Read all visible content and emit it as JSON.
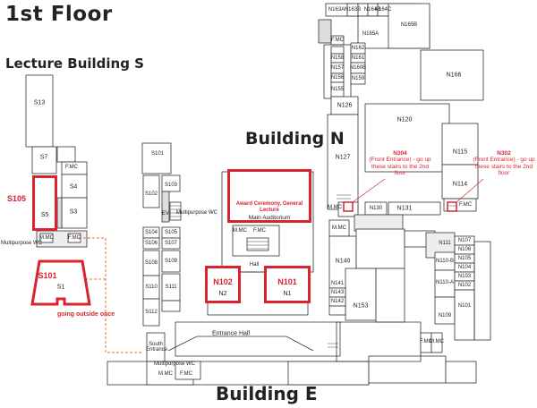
{
  "titles": {
    "floor": "1st Floor",
    "building_s": "Lecture Building S",
    "building_n": "Building N",
    "building_e": "Building E"
  },
  "highlighted": {
    "s105": "S105",
    "s101": "S101",
    "s101_sub": "S1",
    "auditorium_event": "Award Ceremony, General Lecture",
    "auditorium_name": "Main Auditorium",
    "n102": "N102",
    "n102_sub": "N2",
    "n101": "N101",
    "n101_sub": "N1"
  },
  "notes": {
    "going_outside": "going outside once",
    "n304_title": "N304",
    "n304_body": "(Front Entrance) - go up these stairs to the 2nd floor",
    "n302_title": "N302",
    "n302_body": "(Front Entrance) - go up these stairs to the 2nd floor"
  },
  "rooms": {
    "s13": "S13",
    "s7": "S7",
    "s4": "S4",
    "s3": "S3",
    "s5": "S5",
    "fmc": "F.MC",
    "mmc": "M.MC",
    "multipurpose_wc": "Multipurpose WC",
    "s101_b": "S101",
    "s102": "S102",
    "s103": "S103",
    "s104": "S104",
    "s105_b": "S105",
    "s106": "S106",
    "s107": "S107",
    "s108": "S108",
    "s109": "S109",
    "s110": "S110",
    "s111": "S111",
    "s112": "S112",
    "ev": "EV",
    "south_entrance": "South Entrance",
    "entrance_hall": "Entrance Hall",
    "hall": "Hall",
    "n163a": "N163A",
    "n163b": "N163B",
    "n164b": "N164B",
    "n164c": "N164C",
    "n165a": "N165A",
    "n165b": "N165B",
    "n162": "N162",
    "n158": "N158",
    "n161": "N161",
    "n157": "N157",
    "n160b": "N160B",
    "n156": "N156",
    "n159": "N159",
    "n155": "N155",
    "n166": "N166",
    "n126": "N126",
    "n120": "N120",
    "n127": "N127",
    "n115": "N115",
    "n114": "N114",
    "n130": "N130",
    "n131": "N131",
    "n140": "N140",
    "n153": "N153",
    "n141": "N141",
    "n142": "N142",
    "n143": "N143",
    "n111": "N111",
    "n110b": "N110-B",
    "n110a": "N110-A",
    "n109": "N109",
    "n107": "N107",
    "n106": "N106",
    "n105": "N105",
    "n104": "N104",
    "n103": "N103",
    "n102b": "N102",
    "n101b": "N101"
  }
}
